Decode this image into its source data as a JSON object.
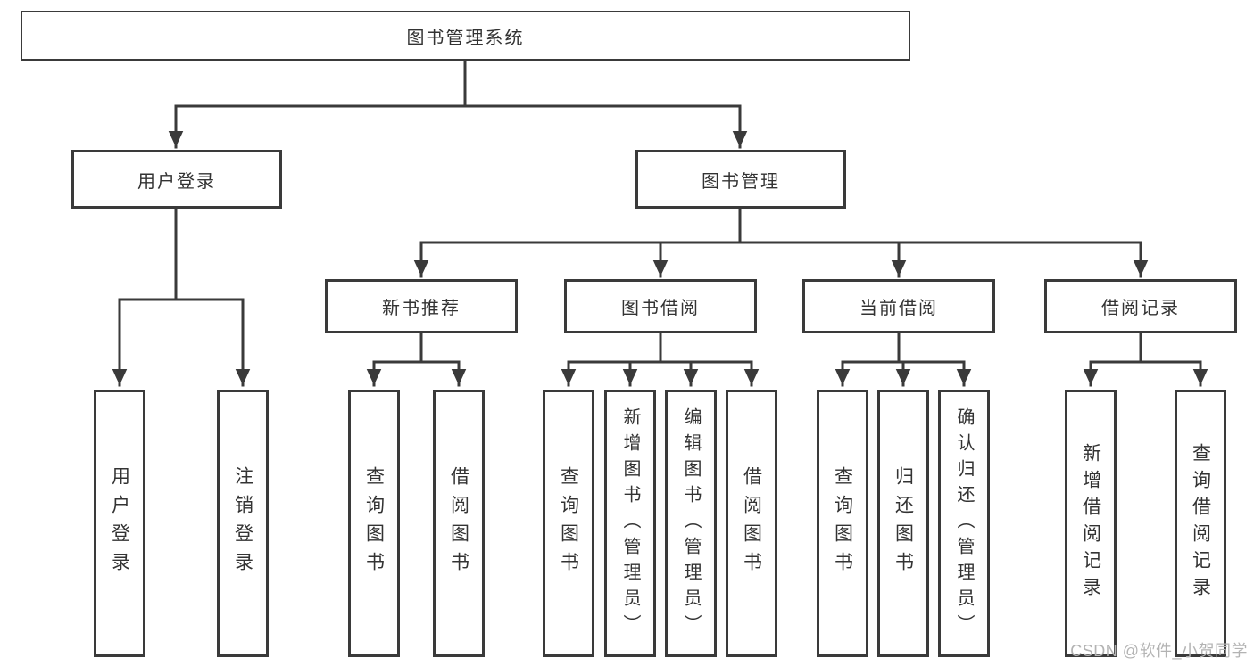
{
  "diagram": {
    "root": {
      "label": "图书管理系统"
    },
    "branches": [
      {
        "label": "用户登录",
        "children": [
          {
            "label": "用户登录"
          },
          {
            "label": "注销登录"
          }
        ]
      },
      {
        "label": "图书管理",
        "children": [
          {
            "label": "新书推荐",
            "children": [
              {
                "label": "查询图书"
              },
              {
                "label": "借阅图书"
              }
            ]
          },
          {
            "label": "图书借阅",
            "children": [
              {
                "label": "查询图书"
              },
              {
                "label": "新增图书（管理员）"
              },
              {
                "label": "编辑图书（管理员）"
              },
              {
                "label": "借阅图书"
              }
            ]
          },
          {
            "label": "当前借阅",
            "children": [
              {
                "label": "查询图书"
              },
              {
                "label": "归还图书"
              },
              {
                "label": "确认归还（管理员）"
              }
            ]
          },
          {
            "label": "借阅记录",
            "children": [
              {
                "label": "新增借阅记录"
              },
              {
                "label": "查询借阅记录"
              }
            ]
          }
        ]
      }
    ]
  },
  "watermark": {
    "text": "CSDN @软件_小贺同学"
  },
  "colors": {
    "line": "#3a3a3a",
    "border": "#3a3a3a",
    "text": "#333333",
    "watermark": "#b3b3b3",
    "background": "#ffffff"
  }
}
